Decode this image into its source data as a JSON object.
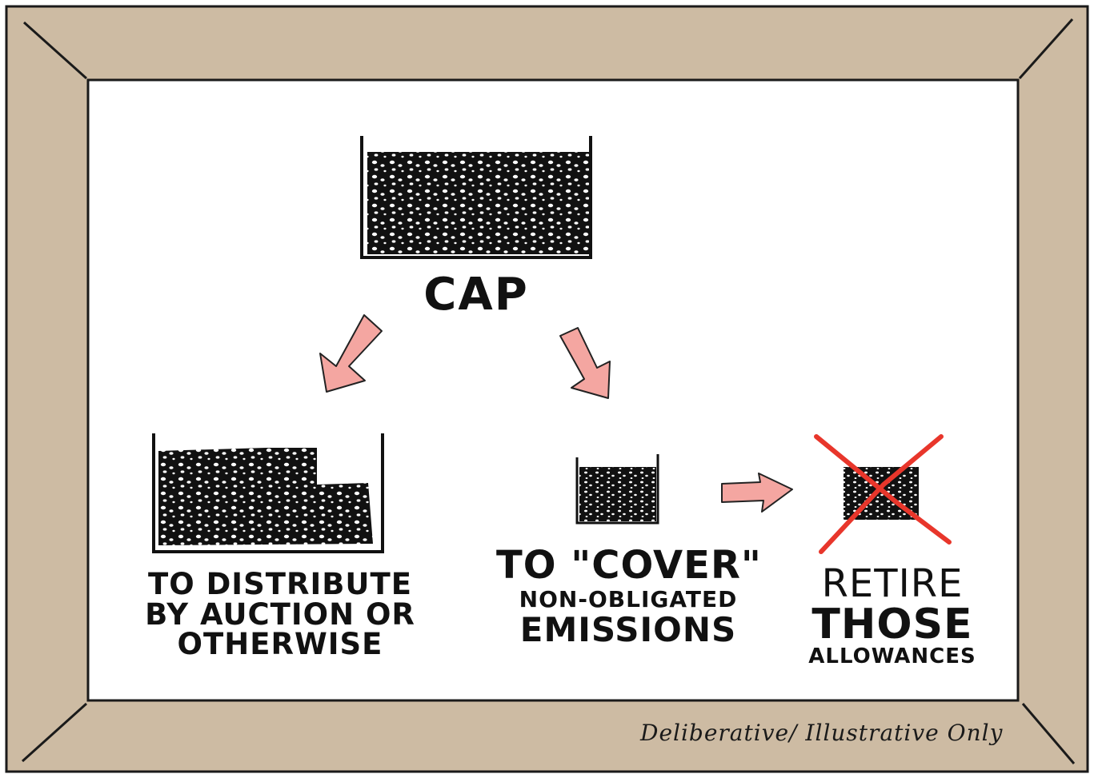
{
  "diagram": {
    "top_container_label": "CAP",
    "left_container_label": [
      "TO DISTRIBUTE",
      "BY AUCTION OR",
      "OTHERWISE"
    ],
    "middle_container_label": [
      "TO \"COVER\"",
      "NON-OBLIGATED",
      "EMISSIONS"
    ],
    "right_container_label": [
      "RETIRE",
      "THOSE",
      "ALLOWANCES"
    ]
  },
  "footnote": "Deliberative/ Illustrative Only",
  "colors": {
    "frame": "#cdbba3",
    "canvas": "#ffffff",
    "ink": "#111111",
    "arrow_fill": "#f4a6a1",
    "cross": "#e8362b"
  },
  "icons": [
    "arrow-down-left-icon",
    "arrow-down-right-icon",
    "arrow-right-icon",
    "red-x-icon"
  ]
}
